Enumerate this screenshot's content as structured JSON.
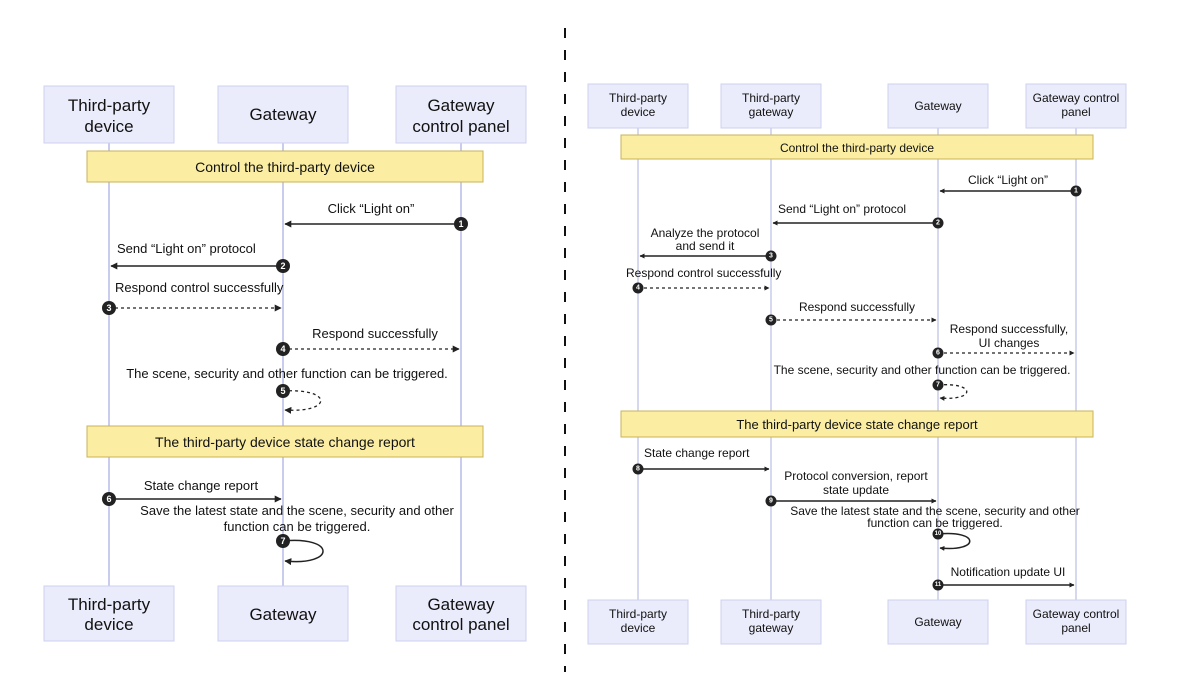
{
  "left": {
    "participants": [
      {
        "line1": "Third-party",
        "line2": "device"
      },
      {
        "line1": "Gateway",
        "line2": ""
      },
      {
        "line1": "Gateway",
        "line2": "control panel"
      }
    ],
    "sections": [
      "Control the third-party device",
      "The third-party device state change report"
    ],
    "steps": [
      {
        "num": "1",
        "text": "Click “Light on”"
      },
      {
        "num": "2",
        "text": "Send “Light on” protocol"
      },
      {
        "num": "3",
        "text": "Respond control successfully"
      },
      {
        "num": "4",
        "text": "Respond successfully"
      },
      {
        "num": "5",
        "text": "The scene, security and other function can be triggered."
      },
      {
        "num": "6",
        "text": "State change report"
      },
      {
        "num": "7",
        "line1": "Save the latest state and the scene, security and other",
        "line2": "function can be triggered."
      }
    ]
  },
  "right": {
    "participants": [
      {
        "line1": "Third-party",
        "line2": "device"
      },
      {
        "line1": "Third-party",
        "line2": "gateway"
      },
      {
        "line1": "Gateway",
        "line2": ""
      },
      {
        "line1": "Gateway control",
        "line2": "panel"
      }
    ],
    "sections": [
      "Control the third-party device",
      "The third-party device state change report"
    ],
    "steps": [
      {
        "num": "1",
        "line1": "Click “Light on”",
        "line2": ""
      },
      {
        "num": "2",
        "line1": "Send “Light on” protocol",
        "line2": ""
      },
      {
        "num": "3",
        "line1": "Analyze the protocol",
        "line2": "and send it"
      },
      {
        "num": "4",
        "line1": "Respond control successfully",
        "line2": ""
      },
      {
        "num": "5",
        "line1": "Respond successfully",
        "line2": ""
      },
      {
        "num": "6",
        "line1": "Respond successfully,",
        "line2": "UI changes"
      },
      {
        "num": "7",
        "line1": "The scene, security and other function can be triggered.",
        "line2": ""
      },
      {
        "num": "8",
        "line1": "State change report",
        "line2": ""
      },
      {
        "num": "9",
        "line1": "Protocol conversion, report",
        "line2": "state update"
      },
      {
        "num": "10",
        "line1": "Save the latest state and the scene, security and other",
        "line2": "function can be triggered."
      },
      {
        "num": "11",
        "line1": "Notification update UI",
        "line2": ""
      }
    ]
  }
}
